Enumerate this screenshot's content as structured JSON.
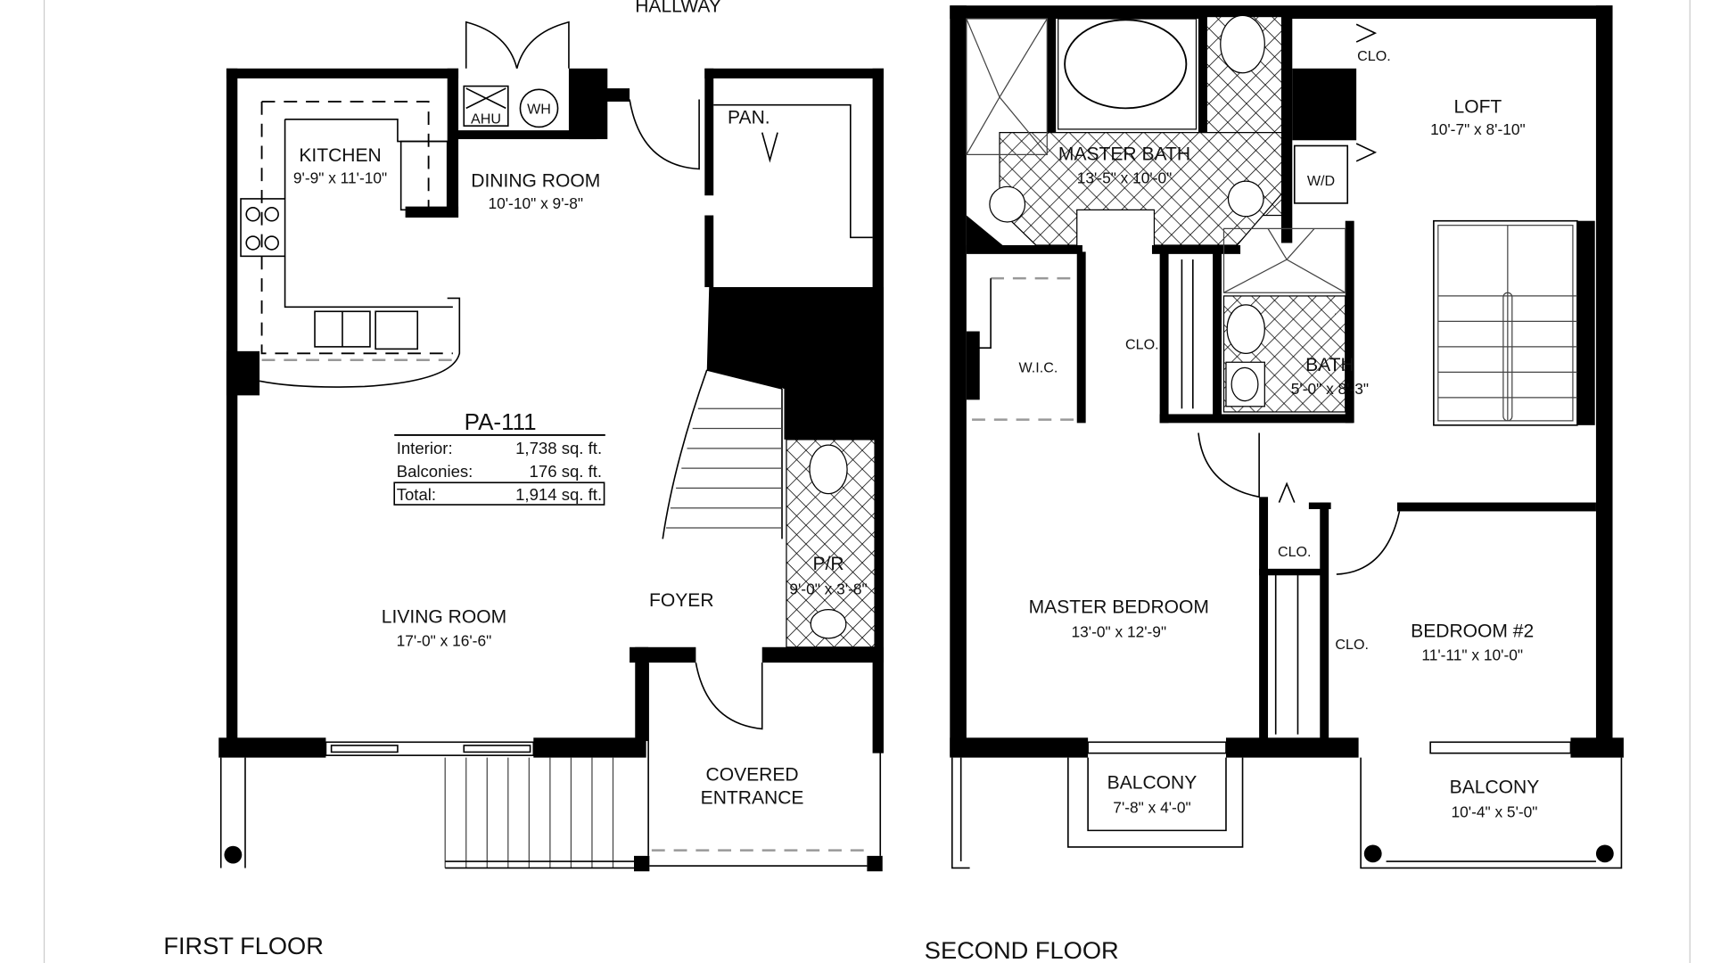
{
  "first_floor": {
    "label": "FIRST FLOOR",
    "hallway": "HALLWAY",
    "kitchen": {
      "name": "KITCHEN",
      "dims": "9'-9\" x 11'-10\""
    },
    "dining_room": {
      "name": "DINING ROOM",
      "dims": "10'-10\" x 9'-8\""
    },
    "living_room": {
      "name": "LIVING ROOM",
      "dims": "17'-0\" x 16'-6\""
    },
    "foyer": "FOYER",
    "powder_room": {
      "name": "P/R",
      "dims": "9'-0\" x 3'-8\""
    },
    "pantry": "PAN.",
    "ahu": "AHU",
    "water_heater": "WH",
    "covered_entrance": {
      "line1": "COVERED",
      "line2": "ENTRANCE"
    }
  },
  "unit_summary": {
    "name": "PA-111",
    "rows": [
      {
        "label": "Interior:",
        "value": "1,738 sq. ft."
      },
      {
        "label": "Balconies:",
        "value": "176 sq. ft."
      },
      {
        "label": "Total:",
        "value": "1,914 sq. ft."
      }
    ]
  },
  "second_floor": {
    "label": "SECOND FLOOR",
    "loft": {
      "name": "LOFT",
      "dims": "10'-7\" x 8'-10\""
    },
    "master_bath": {
      "name": "MASTER BATH",
      "dims": "13'-5\" x 10'-0\""
    },
    "closet_labels": [
      "CLO.",
      "CLO.",
      "CLO.",
      "CLO."
    ],
    "washer_dryer": "W/D",
    "walk_in_closet": "W.I.C.",
    "bath": {
      "name": "BATH",
      "dims": "5'-0\" x 8'-3\""
    },
    "master_bedroom": {
      "name": "MASTER BEDROOM",
      "dims": "13'-0\" x 12'-9\""
    },
    "bedroom_2": {
      "name": "BEDROOM #2",
      "dims": "11'-11\" x 10'-0\""
    },
    "balcony_1": {
      "name": "BALCONY",
      "dims": "7'-8\" x 4'-0\""
    },
    "balcony_2": {
      "name": "BALCONY",
      "dims": "10'-4\" x 5'-0\""
    }
  }
}
